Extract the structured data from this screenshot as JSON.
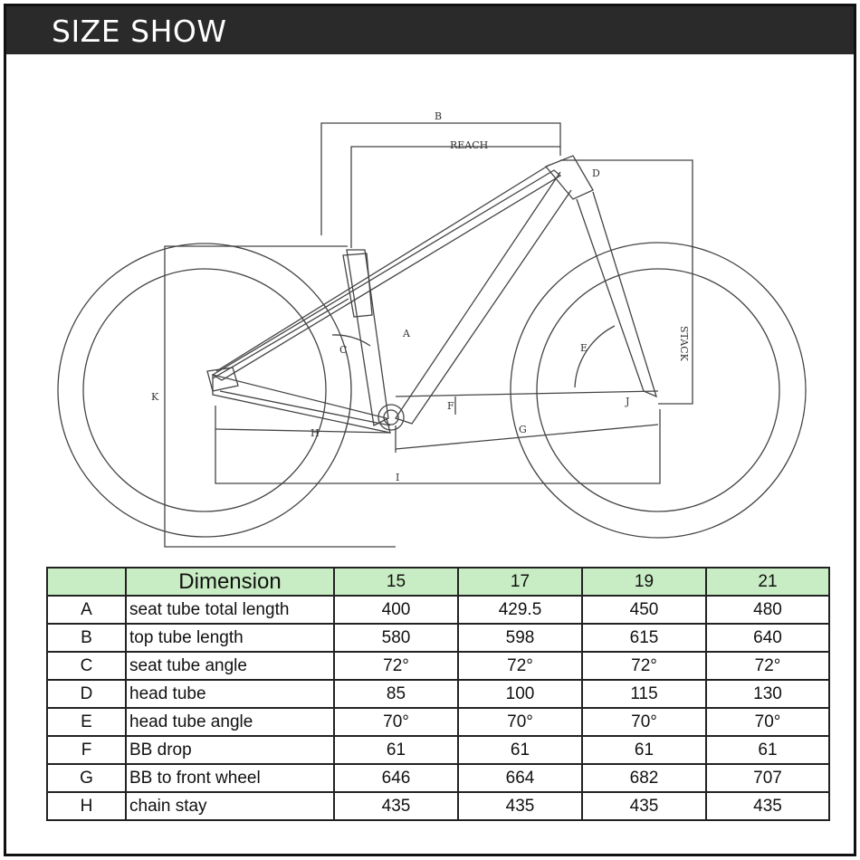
{
  "header": {
    "title": "SIZE SHOW"
  },
  "diagram": {
    "labels": {
      "b": "B",
      "reach": "REACH",
      "d": "D",
      "stack": "STACK",
      "a": "A",
      "c": "C",
      "e": "E",
      "f": "F",
      "j": "J",
      "k": "K",
      "h": "H",
      "g": "G",
      "i": "I"
    }
  },
  "table": {
    "header": {
      "blank": "",
      "dimension": "Dimension",
      "sizes": [
        "15",
        "17",
        "19",
        "21"
      ]
    },
    "rows": [
      {
        "letter": "A",
        "name": "seat tube total length",
        "values": [
          "400",
          "429.5",
          "450",
          "480"
        ]
      },
      {
        "letter": "B",
        "name": "top tube length",
        "values": [
          "580",
          "598",
          "615",
          "640"
        ]
      },
      {
        "letter": "C",
        "name": "seat tube angle",
        "values": [
          "72°",
          "72°",
          "72°",
          "72°"
        ]
      },
      {
        "letter": "D",
        "name": "head tube",
        "values": [
          "85",
          "100",
          "115",
          "130"
        ]
      },
      {
        "letter": "E",
        "name": "head tube angle",
        "values": [
          "70°",
          "70°",
          "70°",
          "70°"
        ]
      },
      {
        "letter": "F",
        "name": "BB drop",
        "values": [
          "61",
          "61",
          "61",
          "61"
        ]
      },
      {
        "letter": "G",
        "name": "BB to front wheel",
        "values": [
          "646",
          "664",
          "682",
          "707"
        ]
      },
      {
        "letter": "H",
        "name": "chain stay",
        "values": [
          "435",
          "435",
          "435",
          "435"
        ]
      }
    ]
  }
}
